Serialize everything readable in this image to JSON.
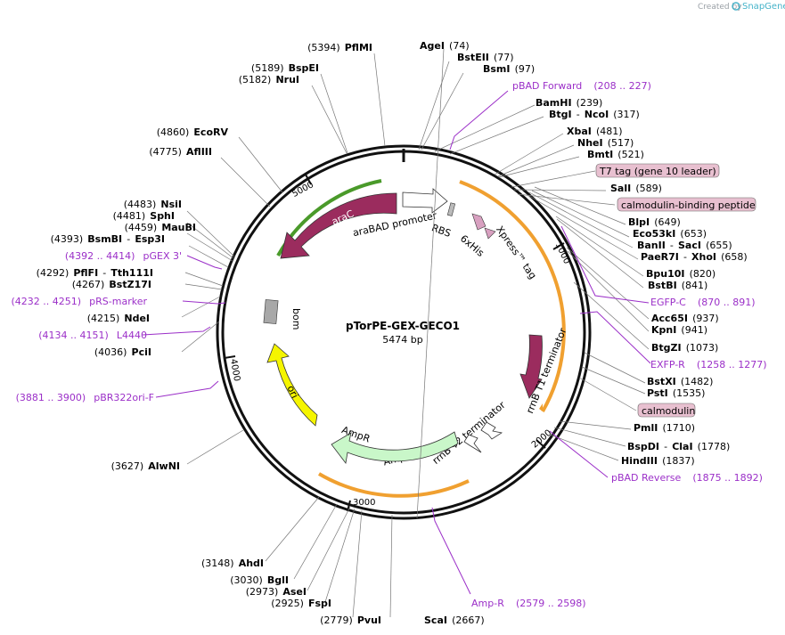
{
  "credit": {
    "created_by": "Created by",
    "brand": "SnapGene"
  },
  "plasmid": {
    "name": "pTorPE-GEX-GECO1",
    "size": "5474 bp"
  },
  "ticks": [
    "1000",
    "2000",
    "3000",
    "4000",
    "5000"
  ],
  "features": [
    {
      "name": "araC",
      "color": "#9b2c5e"
    },
    {
      "name": "araBAD promoter",
      "color": "#ffffff"
    },
    {
      "name": "RBS",
      "color": "#bbbbbb"
    },
    {
      "name": "6xHis",
      "color": "#d8a0c0"
    },
    {
      "name": "Xpress™ tag",
      "color": "#d8a0c0"
    },
    {
      "name": "rrnB T1 terminator",
      "color": "#9b2c5e"
    },
    {
      "name": "rrnB T2 terminator",
      "color": "#ffffff"
    },
    {
      "name": "AmpR promoter",
      "color": "#ffffff"
    },
    {
      "name": "AmpR",
      "color": "#c9f7c9"
    },
    {
      "name": "ori",
      "color": "#f5f500"
    },
    {
      "name": "bom",
      "color": "#a8a8a8"
    }
  ],
  "sites_left": [
    {
      "pos": "(5394)",
      "name": "PflMI"
    },
    {
      "pos": "(5189)",
      "name": "BspEI"
    },
    {
      "pos": "(5182)",
      "name": "NruI"
    },
    {
      "pos": "(4860)",
      "name": "EcoRV"
    },
    {
      "pos": "(4775)",
      "name": "AflIII"
    },
    {
      "pos": "(4483)",
      "name": "NsiI"
    },
    {
      "pos": "(4481)",
      "name": "SphI"
    },
    {
      "pos": "(4459)",
      "name": "MauBI"
    },
    {
      "pos": "(4393)",
      "name": "BsmBI",
      "name2": "Esp3I"
    },
    {
      "pos": "(4292)",
      "name": "PflFI",
      "name2": "Tth111I"
    },
    {
      "pos": "(4267)",
      "name": "BstZ17I"
    },
    {
      "pos": "(4215)",
      "name": "NdeI"
    },
    {
      "pos": "(4036)",
      "name": "PciI"
    },
    {
      "pos": "(3627)",
      "name": "AlwNI"
    },
    {
      "pos": "(3148)",
      "name": "AhdI"
    },
    {
      "pos": "(3030)",
      "name": "BglI"
    },
    {
      "pos": "(2973)",
      "name": "AseI"
    },
    {
      "pos": "(2925)",
      "name": "FspI"
    },
    {
      "pos": "(2779)",
      "name": "PvuI"
    }
  ],
  "sites_right": [
    {
      "name": "AgeI",
      "pos": "(74)"
    },
    {
      "name": "BstEII",
      "pos": "(77)"
    },
    {
      "name": "BsmI",
      "pos": "(97)"
    },
    {
      "name": "BamHI",
      "pos": "(239)"
    },
    {
      "name": "BtgI",
      "name2": "NcoI",
      "pos": "(317)"
    },
    {
      "name": "XbaI",
      "pos": "(481)"
    },
    {
      "name": "NheI",
      "pos": "(517)"
    },
    {
      "name": "BmtI",
      "pos": "(521)"
    },
    {
      "name": "SalI",
      "pos": "(589)"
    },
    {
      "name": "BlpI",
      "pos": "(649)"
    },
    {
      "name": "Eco53kI",
      "pos": "(653)"
    },
    {
      "name": "BanII",
      "name2": "SacI",
      "pos": "(655)"
    },
    {
      "name": "PaeR7I",
      "name2": "XhoI",
      "pos": "(658)"
    },
    {
      "name": "Bpu10I",
      "pos": "(820)"
    },
    {
      "name": "BstBI",
      "pos": "(841)"
    },
    {
      "name": "Acc65I",
      "pos": "(937)"
    },
    {
      "name": "KpnI",
      "pos": "(941)"
    },
    {
      "name": "BtgZI",
      "pos": "(1073)"
    },
    {
      "name": "BstXI",
      "pos": "(1482)"
    },
    {
      "name": "PstI",
      "pos": "(1535)"
    },
    {
      "name": "PmlI",
      "pos": "(1710)"
    },
    {
      "name": "BspDI",
      "name2": "ClaI",
      "pos": "(1778)"
    },
    {
      "name": "HindIII",
      "pos": "(1837)"
    },
    {
      "name": "ScaI",
      "pos": "(2667)"
    }
  ],
  "primers": [
    {
      "name": "pBAD Forward",
      "range": "(208 .. 227)"
    },
    {
      "name": "EGFP-C",
      "range": "(870 .. 891)"
    },
    {
      "name": "EXFP-R",
      "range": "(1258 .. 1277)"
    },
    {
      "name": "pBAD Reverse",
      "range": "(1875 .. 1892)"
    },
    {
      "name": "Amp-R",
      "range": "(2579 .. 2598)"
    },
    {
      "name": "pBR322ori-F",
      "range": "(3881 .. 3900)"
    },
    {
      "name": "L4440",
      "range": "(4134 .. 4151)"
    },
    {
      "name": "pRS-marker",
      "range": "(4232 .. 4251)"
    },
    {
      "name": "pGEX 3'",
      "range": "(4392 .. 4414)"
    }
  ],
  "boxed_features": [
    {
      "text": "T7 tag (gene 10 leader)",
      "fill": "#e8c0d0"
    },
    {
      "text": "calmodulin-binding peptide",
      "fill": "#e8c0d0"
    },
    {
      "text": "calmodulin",
      "fill": "#e8c0d0"
    }
  ]
}
